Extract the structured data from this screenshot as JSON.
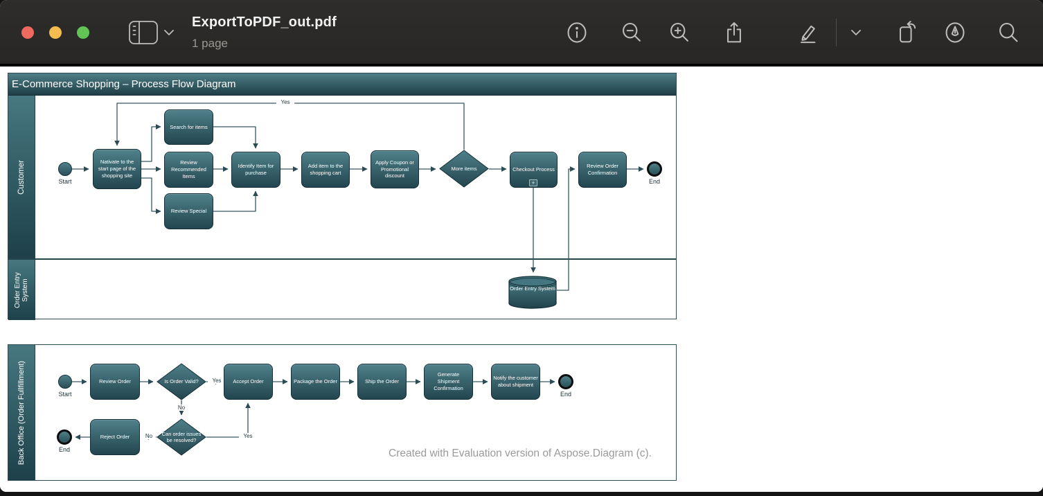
{
  "window": {
    "title": "ExportToPDF_out.pdf",
    "subtitle": "1 page",
    "traffic_lights": {
      "close": "#ee6a5f",
      "minimize": "#f5bd4f",
      "zoom": "#61c455"
    },
    "toolbar_icons": [
      "sidebar",
      "sidebar-chevron-down",
      "info",
      "zoom-out",
      "zoom-in",
      "share",
      "markup-pencil",
      "markup-chevron-down",
      "rotate-left",
      "pen",
      "search"
    ]
  },
  "diagram1": {
    "title": "E-Commerce Shopping – Process Flow Diagram",
    "lanes": {
      "customer": "Customer",
      "order_entry": "Order Entry System"
    },
    "nodes": {
      "start": "Start",
      "navigate": "Nativate to the start page of the shopping site",
      "search": "Search for items",
      "review_recommended": "Review Recommended Items",
      "review_special": "Review Special",
      "identify": "Identify Item for purchase",
      "add_item": "Add item to the shopping cart",
      "apply_coupon": "Apply Coupon or Promotional discount",
      "more_items": "More items",
      "checkout": "Checkout Process",
      "checkout_marker": "+",
      "review_confirmation": "Review Order Confirmation",
      "end": "End",
      "order_entry_db": "Order Entry System"
    },
    "edge_labels": {
      "yes_loop": "Yes"
    }
  },
  "diagram2": {
    "lane": "Back Office (Order Fullfillment)",
    "nodes": {
      "start": "Start",
      "review_order": "Review Order",
      "is_valid": "Is Order Valid?",
      "accept": "Accept Order",
      "package": "Package the Order",
      "ship": "Ship the Order",
      "generate": "Generate Shipment Confirmation",
      "notify": "Notify the customer about shipment",
      "end_right": "End",
      "can_resolve": "Can order issues be resolved?",
      "reject": "Reject Order",
      "end_left": "End"
    },
    "edge_labels": {
      "valid_yes": "Yes",
      "valid_no": "No",
      "resolve_no": "No",
      "resolve_yes": "Yes"
    }
  },
  "watermark": "Created with Evaluation version of Aspose.Diagram (c).",
  "colors": {
    "teal_light": "#4d7d86",
    "teal_dark": "#24454e",
    "node_border": "#132f37",
    "connector": "#34555d",
    "titlebar_bg": "#2b2a28"
  }
}
